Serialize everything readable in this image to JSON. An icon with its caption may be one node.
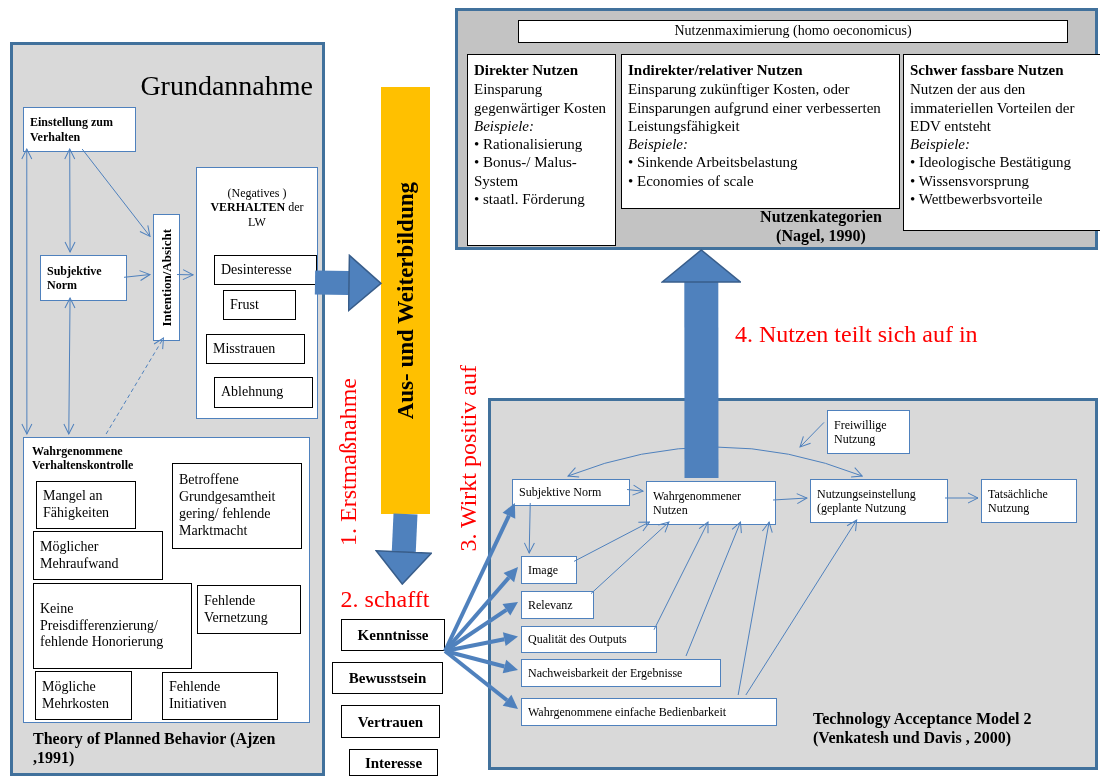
{
  "diagram": {
    "nodes": [
      {
        "text": [
          "Grundannahme",
          "Theory of Planned Behavior (Ajzen ,1991)"
        ]
      },
      {
        "text": [
          "Einstellung zum Verhalten"
        ],
        "in": 0
      },
      {
        "text": [
          "Subjektive Norm"
        ],
        "in": 0
      },
      {
        "text": [
          "Intention/Absicht"
        ],
        "in": 0
      },
      {
        "text": [
          "(Negatives ) **VERHALTEN** der LW"
        ],
        "in": 0
      },
      {
        "text": [
          "Desinteresse"
        ],
        "in": 4
      },
      {
        "text": [
          "Frust"
        ],
        "in": 4
      },
      {
        "text": [
          "Misstrauen"
        ],
        "in": 4
      },
      {
        "text": [
          "Ablehnung"
        ],
        "in": 4
      },
      {
        "text": [
          "Wahrgenommene Verhaltenskontrolle"
        ],
        "in": 0
      },
      {
        "text": [
          "Mangel an Fähigkeiten"
        ],
        "in": 9
      },
      {
        "text": [
          "Betroffene Grundgesamtheit gering/ fehlende Marktmacht"
        ],
        "in": 9
      },
      {
        "text": [
          "Möglicher Mehraufwand"
        ],
        "in": 9
      },
      {
        "text": [
          "Keine Preisdifferenzierung/ fehlende Honorierung"
        ],
        "in": 9
      },
      {
        "text": [
          "Fehlende Vernetzung"
        ],
        "in": 9
      },
      {
        "text": [
          "Mögliche Mehrkosten"
        ],
        "in": 9
      },
      {
        "text": [
          "Fehlende Initiativen"
        ],
        "in": 9
      },
      {
        "text": [
          "Aus- und Weiterbildung"
        ]
      },
      {
        "text": [
          "Kenntnisse"
        ]
      },
      {
        "text": [
          "Bewusstsein"
        ]
      },
      {
        "text": [
          "Vertrauen"
        ]
      },
      {
        "text": [
          "Interesse"
        ]
      },
      {
        "text": [
          "Nutzenkategorien (Nagel, 1990)"
        ]
      },
      {
        "text": [
          "Nutzenmaximierung (homo oeconomicus)"
        ],
        "in": 22
      },
      {
        "text": [
          "Direkter Nutzen",
          "Einsparung gegenwärtiger Kosten",
          "Beispiele:",
          "• Rationalisierung",
          "• Bonus-/ Malus- System",
          "• staatl. Förderung"
        ],
        "in": 22
      },
      {
        "text": [
          "Indirekter/relativer Nutzen",
          "Einsparung zukünftiger Kosten, oder Einsparungen aufgrund einer verbesserten Leistungsfähigkeit",
          "Beispiele:",
          "• Sinkende Arbeitsbelastung",
          "• Economies of scale"
        ],
        "in": 22
      },
      {
        "text": [
          "Schwer fassbare Nutzen",
          "Nutzen der aus den immateriellen Vorteilen der EDV entsteht",
          "Beispiele:",
          "• Ideologische Bestätigung",
          "• Wissensvorsprung",
          "• Wettbewerbsvorteile"
        ],
        "in": 22
      },
      {
        "text": [
          "Technology Acceptance Model 2 (Venkatesh und Davis , 2000)"
        ]
      },
      {
        "text": [
          "Freiwillige Nutzung"
        ],
        "in": 27
      },
      {
        "text": [
          "Subjektive Norm"
        ],
        "in": 27
      },
      {
        "text": [
          "Wahrgenommener Nutzen"
        ],
        "in": 27
      },
      {
        "text": [
          "Nutzungseinstellung (geplante Nutzung"
        ],
        "in": 27
      },
      {
        "text": [
          "Tatsächliche Nutzung"
        ],
        "in": 27
      },
      {
        "text": [
          "Image"
        ],
        "in": 27
      },
      {
        "text": [
          "Relevanz"
        ],
        "in": 27
      },
      {
        "text": [
          "Qualität des Outputs"
        ],
        "in": 27
      },
      {
        "text": [
          "Nachweisbarkeit der Ergebnisse"
        ],
        "in": 27
      },
      {
        "text": [
          "Wahrgenommene einfache Bedienbarkeit"
        ],
        "in": 27
      },
      {
        "text": [
          "2. schafft"
        ]
      }
    ],
    "edges": [
      {
        "from": 1,
        "to": 9,
        "arrow": "both"
      },
      {
        "from": 1,
        "to": 2,
        "arrow": "both"
      },
      {
        "from": 1,
        "to": 3,
        "arrow": "to"
      },
      {
        "from": 2,
        "to": 3,
        "arrow": "to"
      },
      {
        "from": 3,
        "to": 4,
        "arrow": "to"
      },
      {
        "from": 2,
        "to": 9,
        "arrow": "both"
      },
      {
        "from": 9,
        "to": 3,
        "arrow": "to",
        "style": "dashed"
      },
      {
        "from": 4,
        "to": 17,
        "arrow": "to",
        "style": "thick"
      },
      {
        "from": 17,
        "to": 38,
        "arrow": "to",
        "style": "thick"
      },
      {
        "from": 30,
        "to": 22,
        "arrow": "to",
        "style": "thick"
      },
      {
        "from": 18,
        "to": 29,
        "arrow": "to",
        "style": "thick"
      },
      {
        "from": 18,
        "to": 33,
        "arrow": "to",
        "style": "thick"
      },
      {
        "from": 18,
        "to": 34,
        "arrow": "to",
        "style": "thick"
      },
      {
        "from": 18,
        "to": 35,
        "arrow": "to",
        "style": "thick"
      },
      {
        "from": 18,
        "to": 36,
        "arrow": "to",
        "style": "thick"
      },
      {
        "from": 18,
        "to": 37,
        "arrow": "to",
        "style": "thick"
      },
      {
        "from": 29,
        "to": 31,
        "arrow": "both"
      },
      {
        "from": 28,
        "to": null,
        "arrow": "to"
      },
      {
        "from": 29,
        "to": 30,
        "arrow": "to"
      },
      {
        "from": 30,
        "to": 31,
        "arrow": "to"
      },
      {
        "from": 31,
        "to": 32,
        "arrow": "to"
      },
      {
        "from": 29,
        "to": 33,
        "arrow": "to"
      },
      {
        "from": 33,
        "to": 30,
        "arrow": "to"
      },
      {
        "from": 34,
        "to": 30,
        "arrow": "to"
      },
      {
        "from": 35,
        "to": 30,
        "arrow": "to"
      },
      {
        "from": 36,
        "to": 30,
        "arrow": "to"
      },
      {
        "from": 37,
        "to": 30,
        "arrow": "to"
      },
      {
        "from": 37,
        "to": 31,
        "arrow": "to"
      }
    ],
    "labels": [
      "1. Erstmaßnahme",
      "3. Wirkt positiv auf",
      "4. Nutzen teilt sich auf in"
    ]
  }
}
